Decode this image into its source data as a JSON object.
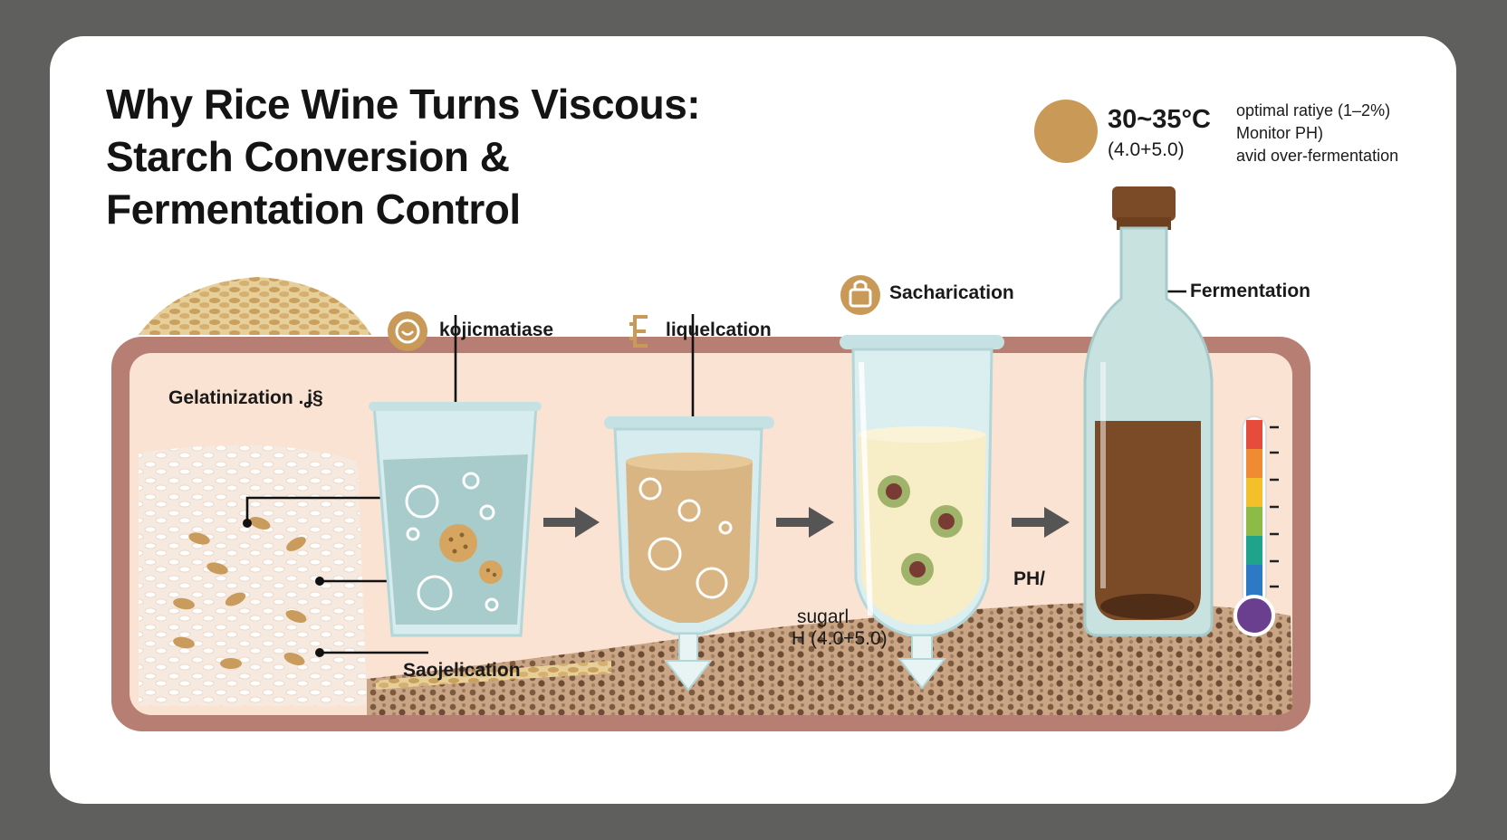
{
  "title": {
    "line1": "Why Rice Wine Turns Viscous:",
    "line2": "Starch Conversion &",
    "line3": "Fermentation Control"
  },
  "info": {
    "temperature": "30~35°C",
    "ph": "(4.0+5.0)",
    "notes": [
      "optimal ratiуe (1–2%)",
      "Monitor PH)",
      "avid over-fermentation"
    ]
  },
  "labels": {
    "gelatinization": "Gelatinization .ʝ§",
    "kojicmatiase": "kojicmatiase",
    "liquelcation": "liquelcation",
    "sacharication": "Sacharication",
    "fermentation": "Fermentation",
    "saojelication": "Saojelication",
    "sugarl": "sugarl",
    "h_range": "H (4.0+5.0)",
    "ph_slash": "PH/"
  },
  "colors": {
    "background": "#5f5f5d",
    "card": "#ffffff",
    "tank_border": "#b77e74",
    "tank_fill": "#fbe3d3",
    "accent_gold": "#c99a57",
    "beaker_liquid": "#a7cccb",
    "liquefaction_liquid": "#d9b583",
    "saccharification_liquid": "#f7edc7",
    "wine": "#7b4a26",
    "soil": "#8b6a4c"
  },
  "icons": [
    "flask-icon",
    "smile-icon",
    "e-glyph-icon",
    "bag-icon",
    "arrow-right-icon",
    "thermometer-icon",
    "bottle-icon"
  ]
}
